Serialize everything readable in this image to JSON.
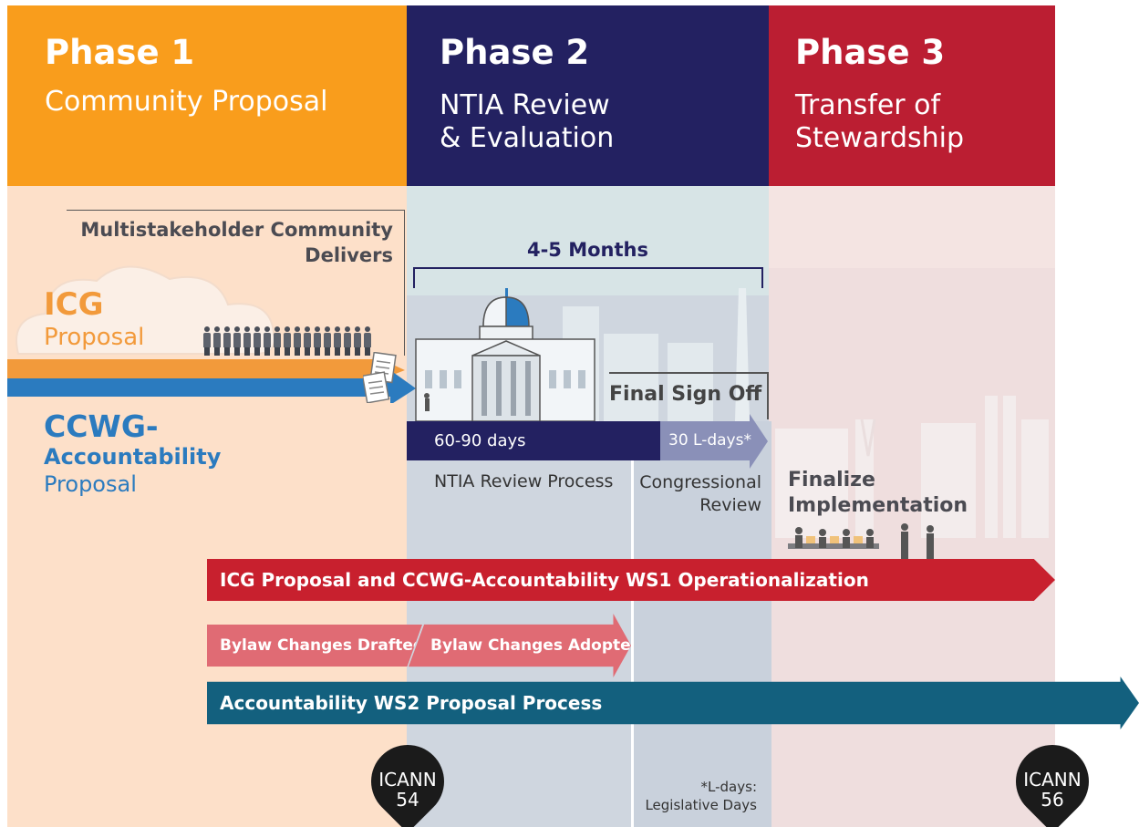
{
  "phases": [
    {
      "number": "Phase 1",
      "name": "Community Proposal",
      "color": "#f99d1c"
    },
    {
      "number": "Phase 2",
      "name": "NTIA Review\n& Evaluation",
      "color": "#232161"
    },
    {
      "number": "Phase 3",
      "name": "Transfer of\nStewardship",
      "color": "#bb1e32"
    }
  ],
  "colors": {
    "phase1_bg": "#fde0c9",
    "phase2_bg": "#cfd6df",
    "phase3_bg": "#efdede",
    "icg_orange": "#f29a3b",
    "ccwg_blue": "#2b7bbf",
    "navy": "#232161",
    "red": "#c8202e",
    "pink": "#e06b74",
    "teal": "#13607e"
  },
  "phase1": {
    "community_label": "Multistakeholder Community\nDelivers",
    "icg_title": "ICG",
    "icg_sub": "Proposal",
    "ccwg_title": "CCWG-",
    "ccwg_line2": "Accountability",
    "ccwg_line3": "Proposal"
  },
  "phase2": {
    "duration": "4-5 Months",
    "final_sign_off": "Final Sign Off",
    "ntia_days": "60-90 days",
    "l_days": "30 L-days*",
    "ntia_process": "NTIA Review Process",
    "congressional_review": "Congressional\nReview",
    "footnote": "*L-days:\nLegislative Days"
  },
  "phase3": {
    "finalize": "Finalize\nImplementation"
  },
  "bars": {
    "ws1": "ICG Proposal and CCWG-Accountability WS1 Operationalization",
    "bylaw_drafted": "Bylaw Changes Drafted",
    "bylaw_adopted": "Bylaw Changes Adopted",
    "ws2": "Accountability WS2 Proposal Process"
  },
  "milestones": [
    {
      "label": "ICANN\n54"
    },
    {
      "label": "ICANN\n56"
    }
  ]
}
